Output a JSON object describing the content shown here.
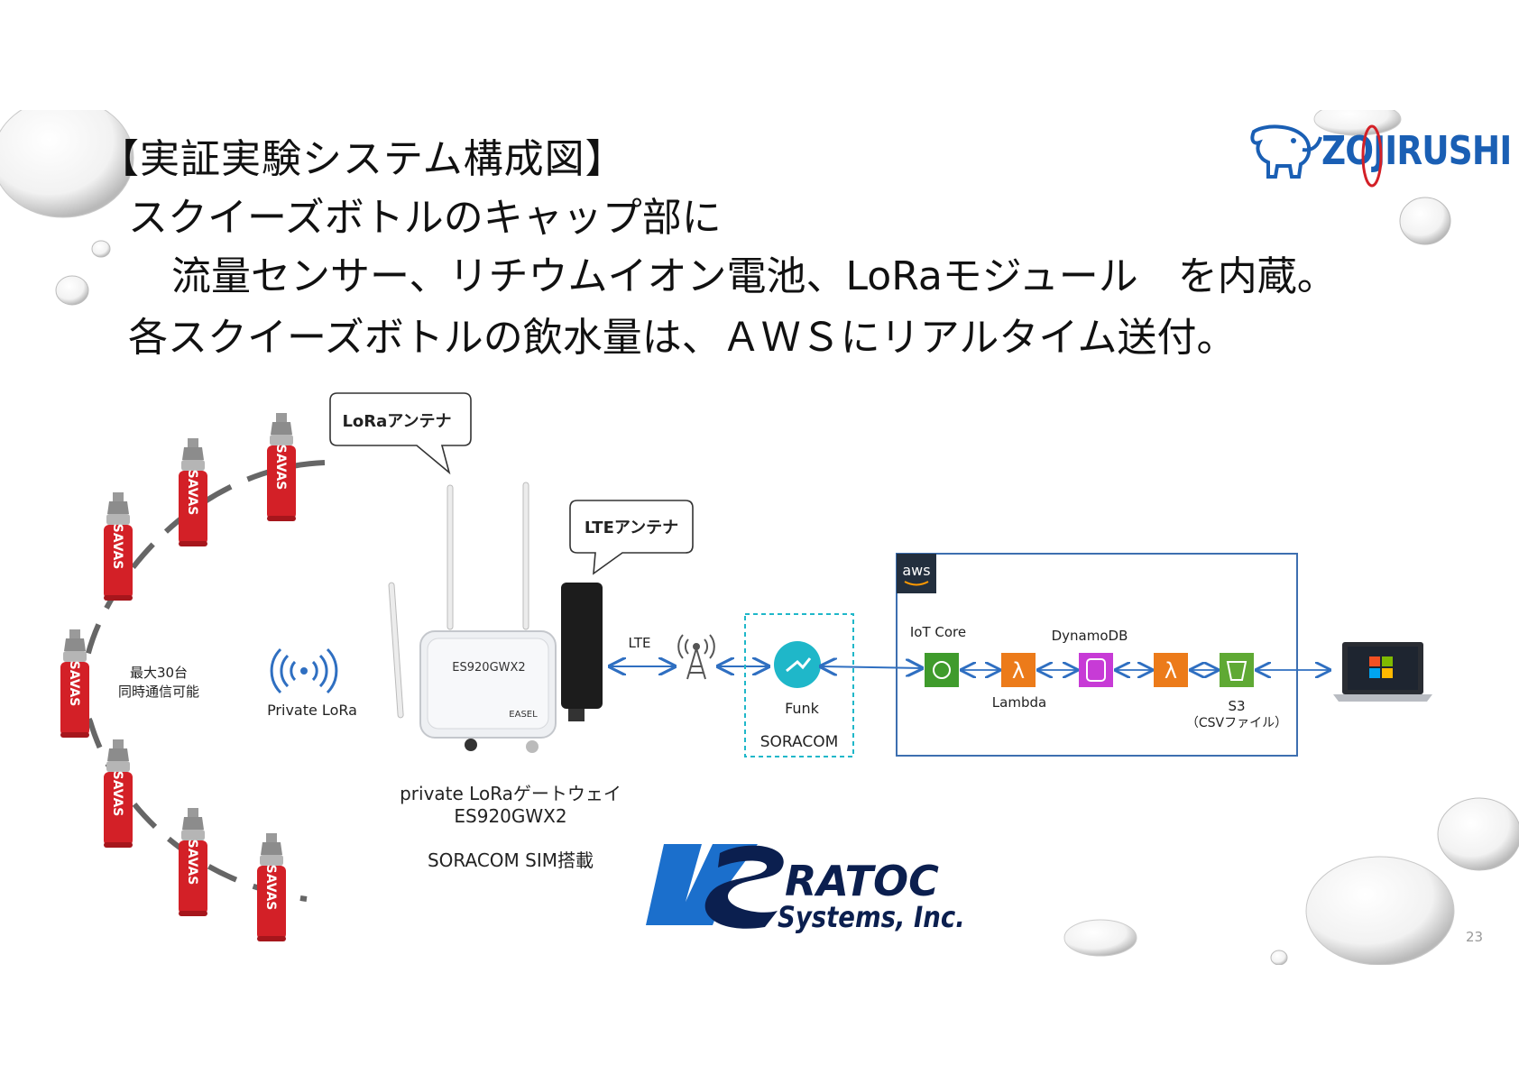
{
  "title": {
    "line1": "【実証実験システム構成図】",
    "line2": "スクイーズボトルのキャップ部に",
    "line3": "流量センサー、リチウムイオン電池、LoRaモジュール　を内蔵。",
    "line4": "各スクイーズボトルの飲水量は、ＡＷＳにリアルタイム送付。"
  },
  "logos": {
    "zojirushi": "ZOJIRUSHI",
    "ratoc_line1": "RATOC",
    "ratoc_line2": "Systems, Inc."
  },
  "diagram": {
    "bottle_label": "SAVAS",
    "capacity_line1": "最大30台",
    "capacity_line2": "同時通信可能",
    "private_lora": "Private LoRa",
    "lora_antenna": "LoRaアンテナ",
    "lte_antenna": "LTEアンテナ",
    "gateway_model": "ES920GWX2",
    "gateway_brand": "EASEL",
    "gateway_caption_line1": "private LoRaゲートウェイ",
    "gateway_caption_line2": "ES920GWX2",
    "gateway_caption_line3": "SORACOM SIM搭載",
    "lte": "LTE",
    "funk": "Funk",
    "soracom": "SORACOM",
    "aws": "aws",
    "iot_core": "IoT Core",
    "dynamodb": "DynamoDB",
    "lambda": "Lambda",
    "s3_line1": "S3",
    "s3_line2": "（CSVファイル）"
  },
  "page_number": "23",
  "colors": {
    "bottle_red": "#d32027",
    "arrow_blue": "#2f6fc1",
    "aws_border": "#3d6fb0",
    "soracom_teal": "#1fb7c9",
    "lambda_orange": "#ec7b1a",
    "dynamo_magenta": "#c73bd6",
    "iot_green": "#3f9b2c",
    "zojirushi_blue": "#1a5fb4",
    "ratoc_navy": "#0b1f4f"
  }
}
